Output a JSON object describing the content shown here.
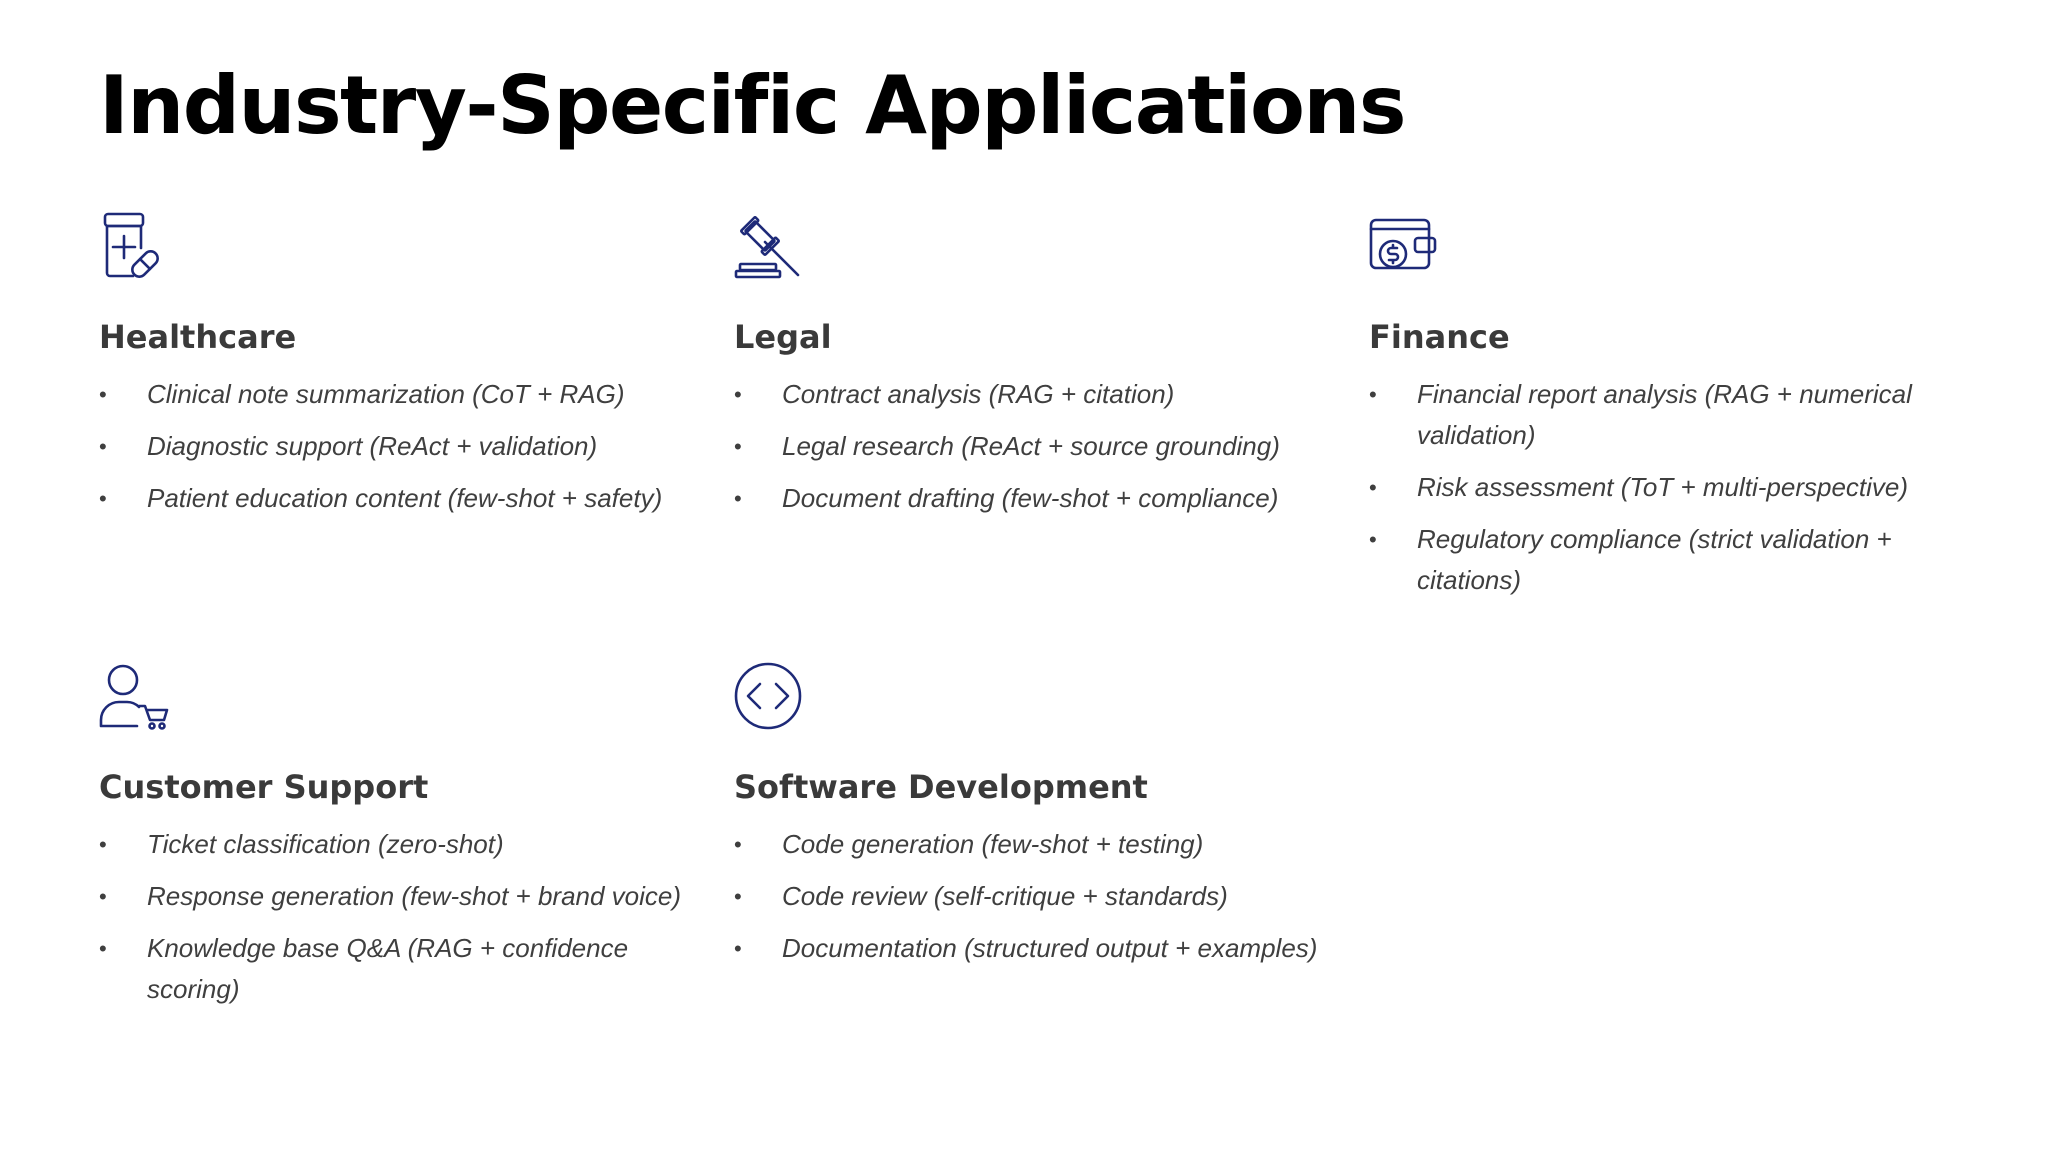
{
  "title": "Industry-Specific Applications",
  "colors": {
    "icon_stroke": "#1e2a78",
    "heading": "#3a3a3a",
    "body_text": "#3f3f3f",
    "title": "#000000"
  },
  "cards": [
    {
      "icon": "medicine-bottle-icon",
      "title": "Healthcare",
      "items": [
        "Clinical note summarization (CoT + RAG)",
        "Diagnostic support (ReAct + validation)",
        "Patient education content (few-shot + safety)"
      ]
    },
    {
      "icon": "gavel-icon",
      "title": "Legal",
      "items": [
        "Contract analysis (RAG + citation)",
        "Legal research (ReAct + source grounding)",
        "Document drafting (few-shot + compliance)"
      ]
    },
    {
      "icon": "wallet-dollar-icon",
      "title": "Finance",
      "items": [
        "Financial report analysis (RAG + numerical validation)",
        "Risk assessment (ToT + multi-perspective)",
        "Regulatory compliance (strict validation + citations)"
      ]
    },
    {
      "icon": "customer-cart-icon",
      "title": "Customer Support",
      "items": [
        "Ticket classification (zero-shot)",
        "Response generation (few-shot + brand voice)",
        "Knowledge base Q&A (RAG + confidence scoring)"
      ]
    },
    {
      "icon": "code-brackets-icon",
      "title": "Software Development",
      "items": [
        "Code generation (few-shot + testing)",
        "Code review (self-critique + standards)",
        "Documentation (structured output + examples)"
      ]
    }
  ]
}
